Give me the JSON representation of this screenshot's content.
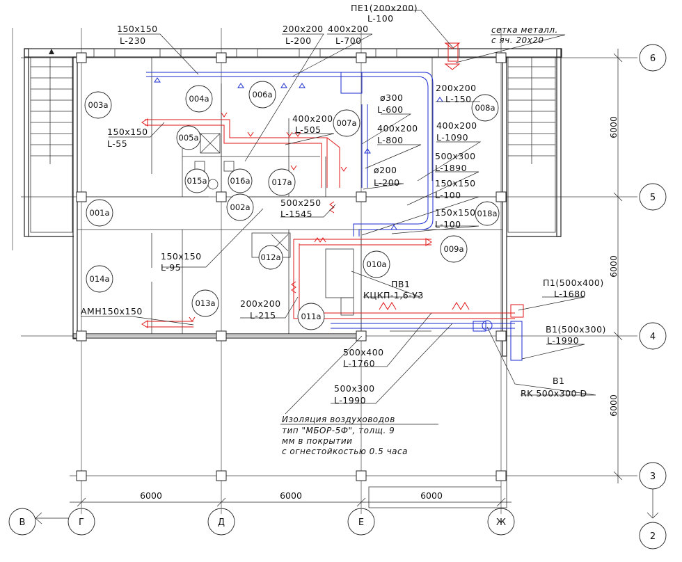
{
  "colors": {
    "supply": "#e01515",
    "exhaust": "#1a2ad0",
    "lines": "#222222"
  },
  "rooms": [
    "003a",
    "004a",
    "006a",
    "007a",
    "008a",
    "005a",
    "015a",
    "016a",
    "017a",
    "002a",
    "001a",
    "018a",
    "012a",
    "009a",
    "010a",
    "014a",
    "013a",
    "011a"
  ],
  "axes": {
    "rows": [
      "6",
      "5",
      "4",
      "3",
      "2"
    ],
    "cols": [
      "В",
      "Г",
      "Д",
      "Е",
      "Ж"
    ]
  },
  "dims": {
    "vertical": [
      "6000",
      "6000",
      "6000"
    ],
    "horizontal": [
      "6000",
      "6000",
      "6000"
    ]
  },
  "labels": {
    "pe1_a": "ПЕ1(200x200)",
    "pe1_b": "L-100",
    "grid_a": "сетка металл.",
    "grid_b": "с яч. 20x20",
    "l150_230_a": "150x150",
    "l150_230_b": "L-230",
    "l200_200_a": "200x200",
    "l200_200_b": "L-200",
    "l400_700_a": "400x200",
    "l400_700_b": "L-700",
    "l150_55_a": "150x150",
    "l150_55_b": "L-55",
    "l400_505_a": "400x200",
    "l400_505_b": "L-505",
    "d300_a": "ø300",
    "d300_b": "L-600",
    "l200_150_a": "200x200",
    "l200_150_b": "L-150",
    "l400_800_a": "400x200",
    "l400_800_b": "L-800",
    "l400_1090_a": "400x200",
    "l400_1090_b": "L-1090",
    "d200_a": "ø200",
    "d200_b": "L-200",
    "l500_1890_a": "500x300",
    "l500_1890_b": "L-1890",
    "l150_100a_a": "150x150",
    "l150_100a_b": "L-100",
    "l500_1545_a": "500x250",
    "l500_1545_b": "L-1545",
    "l150_100b_a": "150x150",
    "l150_100b_b": "L-100",
    "l150_95_a": "150x150",
    "l150_95_b": "L-95",
    "pv1_a": "ПВ1",
    "pv1_b": "КЦКП-1,6-У3",
    "p1_a": "П1(500x400)",
    "p1_b": "L-1680",
    "l200_215_a": "200x200",
    "l200_215_b": "L-215",
    "amn": "АМН150x150",
    "b1d_a": "В1(500x300)",
    "b1d_b": "L-1990",
    "l500_1760_a": "500x400",
    "l500_1760_b": "L-1760",
    "b1_a": "В1",
    "b1_b": "RK 500x300 D",
    "l500_1990_a": "500x300",
    "l500_1990_b": "L-1990",
    "note_1": "Изоляция воздуховодов",
    "note_2": "тип \"МБОР-5Ф\", толщ. 9",
    "note_3": "мм в покрытии",
    "note_4": "с огнестойкостью 0.5 часа"
  }
}
